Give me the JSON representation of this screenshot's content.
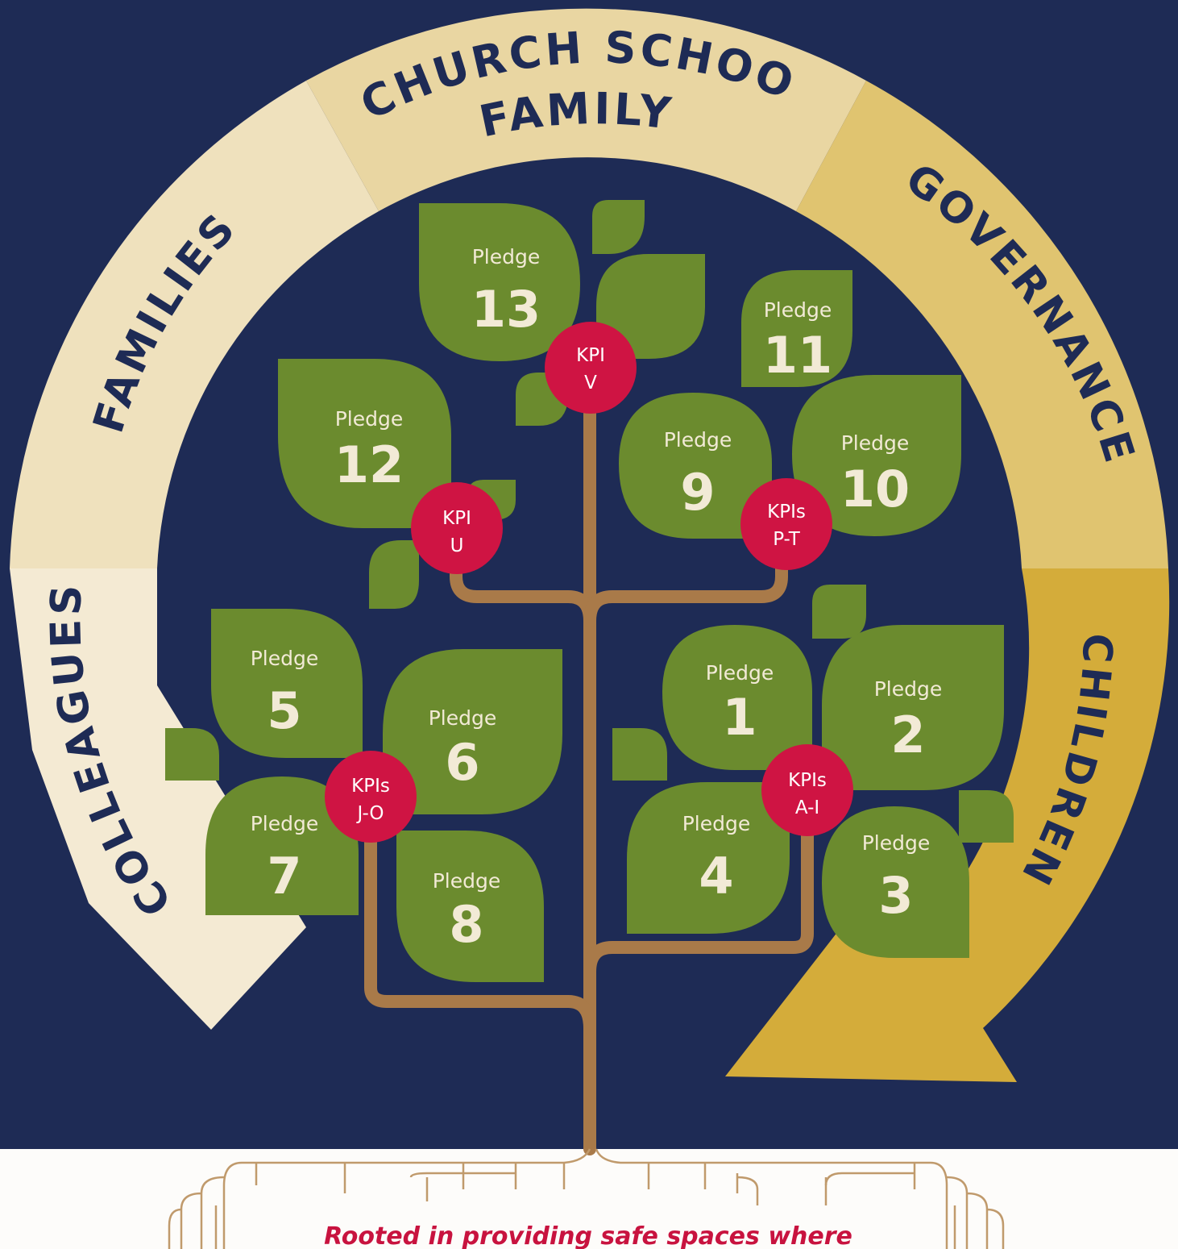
{
  "colors": {
    "background": "#1e2b55",
    "bottom_band": "#fdfcfa",
    "leaf": "#6b8b2e",
    "kpi": "#cf1443",
    "branch": "#a97a49",
    "text_light": "#f2ead6",
    "tagline": "#c8133f",
    "segments": [
      "#f4ead3",
      "#efe1bd",
      "#e9d6a2",
      "#e0c470",
      "#d4ac3a"
    ]
  },
  "arc_labels": {
    "colleagues": "COLLEAGUES",
    "families": "FAMILIES",
    "church_school_line1": "CHURCH SCHOOL",
    "church_school_line2": "FAMILY",
    "governance": "GOVERNANCE",
    "children": "CHILDREN"
  },
  "pledge_word": "Pledge",
  "pledges": [
    "1",
    "2",
    "3",
    "4",
    "5",
    "6",
    "7",
    "8",
    "9",
    "10",
    "11",
    "12",
    "13"
  ],
  "kpis": [
    {
      "line1": "KPI",
      "line2": "V"
    },
    {
      "line1": "KPI",
      "line2": "U"
    },
    {
      "line1": "KPIs",
      "line2": "P-T"
    },
    {
      "line1": "KPIs",
      "line2": "J-O"
    },
    {
      "line1": "KPIs",
      "line2": "A-I"
    }
  ],
  "tagline": "Rooted in providing safe spaces where"
}
